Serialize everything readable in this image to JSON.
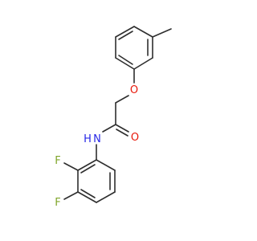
{
  "molecule": {
    "atoms": [
      {
        "id": "O_ether",
        "label": "O",
        "color": "#e8190b"
      },
      {
        "id": "O_carbonyl",
        "label": "O",
        "color": "#e8190b"
      },
      {
        "id": "N_amide",
        "label": "N",
        "color": "#2727e6"
      },
      {
        "id": "H_amide",
        "label": "H",
        "color": "#2727e6"
      },
      {
        "id": "F_3",
        "label": "F",
        "color": "#7fa52a"
      },
      {
        "id": "F_4",
        "label": "F",
        "color": "#7fa52a"
      }
    ],
    "bond_color": "#2e2e2e",
    "background": "#ffffff"
  }
}
